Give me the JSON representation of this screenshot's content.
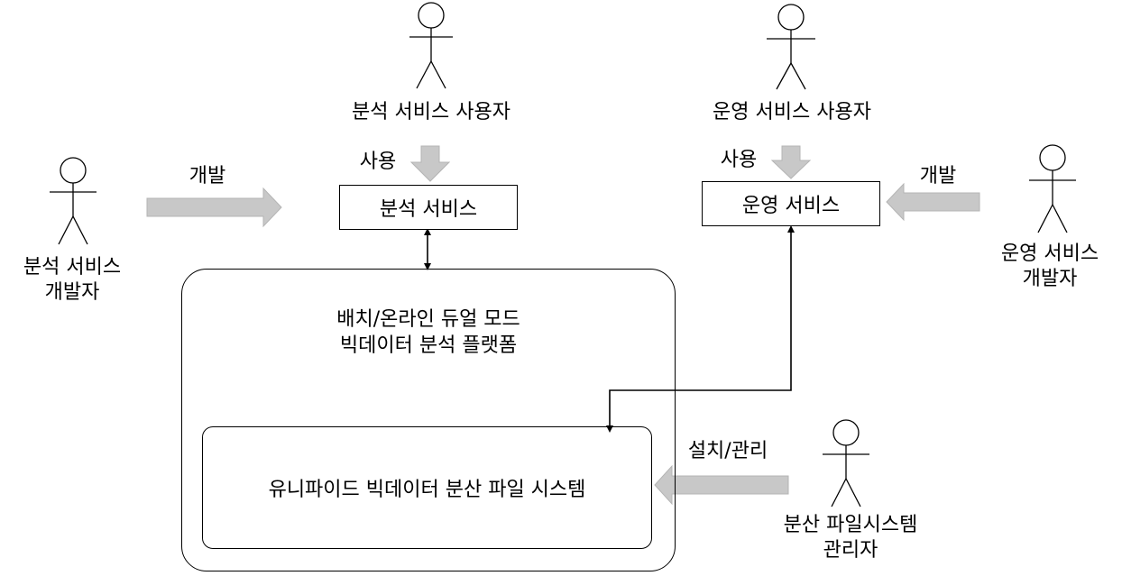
{
  "actors": {
    "analysis_user": "분석 서비스 사용자",
    "ops_user": "운영 서비스 사용자",
    "analysis_dev_line1": "분석 서비스",
    "analysis_dev_line2": "개발자",
    "ops_dev_line1": "운영 서비스",
    "ops_dev_line2": "개발자",
    "fs_admin_line1": "분산 파일시스템",
    "fs_admin_line2": "관리자"
  },
  "relations": {
    "use_left": "사용",
    "use_right": "사용",
    "develop_left": "개발",
    "develop_right": "개발",
    "install_manage": "설치/관리"
  },
  "boxes": {
    "analysis_service": "분석 서비스",
    "ops_service": "운영 서비스",
    "platform_line1": "배치/온라인 듀얼 모드",
    "platform_line2": "빅데이터 분석 플랫폼",
    "unified_fs": "유니파이드 빅데이터 분산 파일 시스템"
  },
  "colors": {
    "arrow_fill": "#c8c8c8",
    "arrow_stroke": "#b4b4b4",
    "line": "#000000"
  }
}
